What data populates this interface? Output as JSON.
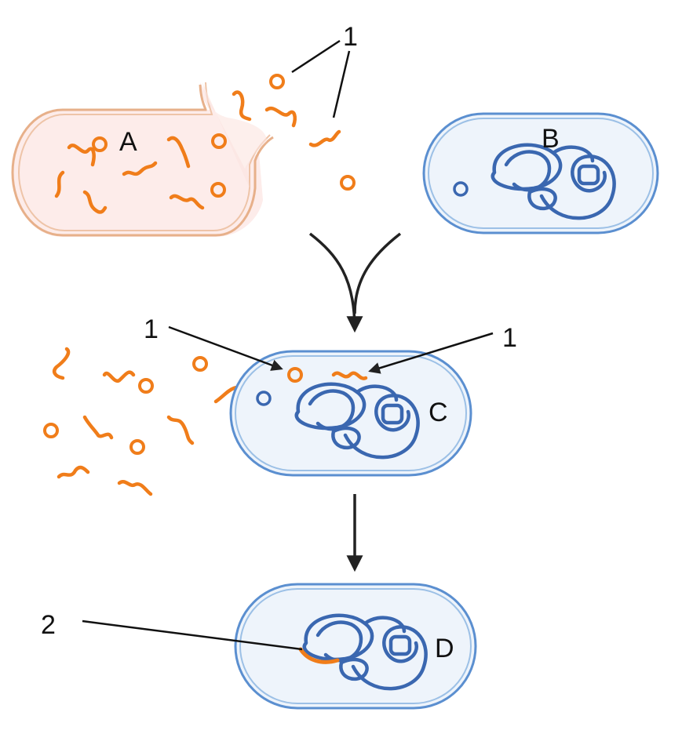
{
  "labels": {
    "cell_a": "A",
    "cell_b": "B",
    "cell_c": "C",
    "cell_d": "D",
    "marker_1_top": "1",
    "marker_1_left": "1",
    "marker_1_right": "1",
    "marker_2": "2"
  },
  "colors": {
    "donor_membrane": "#e7b08a",
    "donor_fill": "#fdecea",
    "recipient_membrane": "#5b8fd0",
    "recipient_fill": "#eef4fb",
    "free_dna": "#f07d1a",
    "chromosome": "#3a67b0",
    "arrow": "#222222"
  }
}
